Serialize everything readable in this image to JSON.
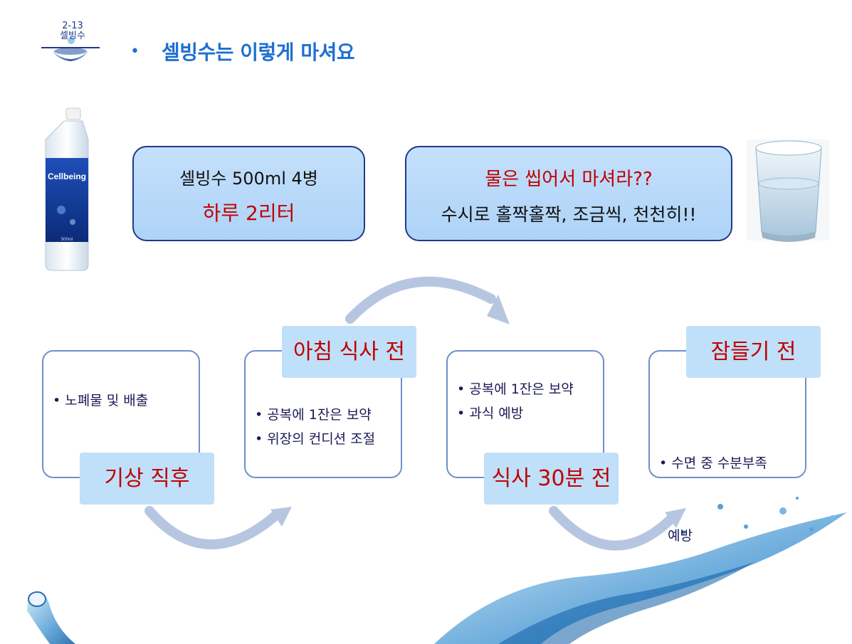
{
  "header": {
    "logo_number": "2-13",
    "logo_word": "셀빙수",
    "bullet": "•",
    "title": "셀빙수는 이렇게 마셔요"
  },
  "product": {
    "bottle_label": "Cellbeing",
    "bottle_volume": "500ml"
  },
  "info_left": {
    "line1": "셀빙수 500ml 4병",
    "line2": "하루 2리터"
  },
  "info_right": {
    "line1": "물은 씹어서 마셔라??",
    "line2": "수시로 홀짝홀짝, 조금씩, 천천히!!"
  },
  "steps": [
    {
      "label": "기상 직후",
      "items": [
        "• 노폐물 및 배출"
      ]
    },
    {
      "label": "아침 식사 전",
      "items": [
        "• 공복에 1잔은 보약",
        "• 위장의 컨디션 조절"
      ]
    },
    {
      "label": "식사 30분 전",
      "items": [
        "• 공복에 1잔은 보약",
        "• 과식 예방"
      ]
    },
    {
      "label": "잠들기 전",
      "items": [
        "• 수면 중 수분부족",
        "  예방"
      ]
    }
  ],
  "colors": {
    "accent_blue": "#1f6fd1",
    "navy": "#1f3a8a",
    "label_red": "#c00000",
    "box_fill": "#bfe0f8"
  }
}
